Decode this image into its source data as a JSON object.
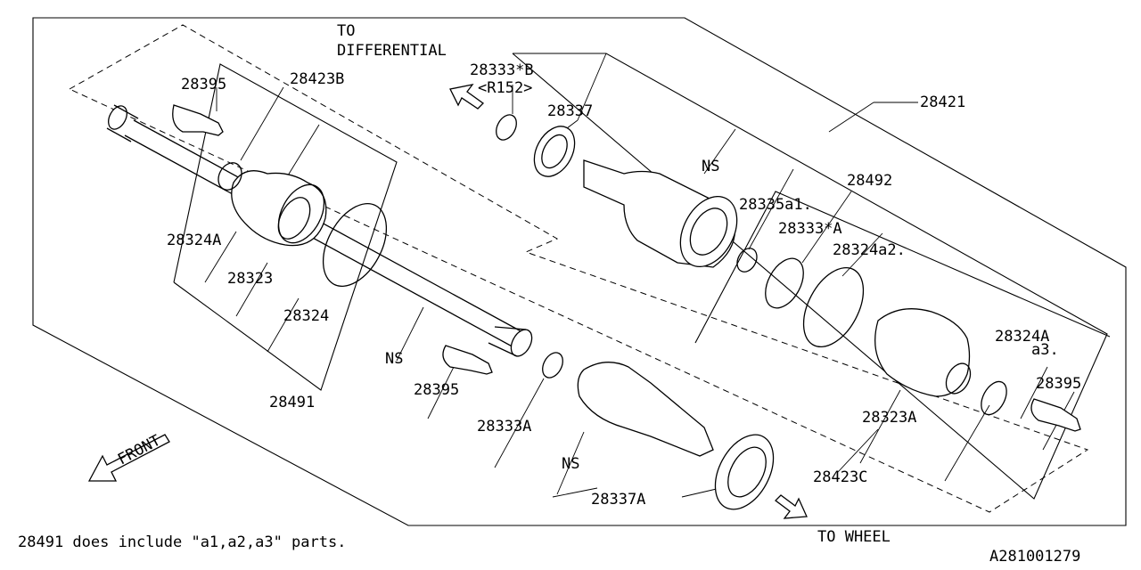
{
  "labels": {
    "to_differential_1": "TO",
    "to_differential_2": "DIFFERENTIAL",
    "p28333b": "28333*B",
    "r152": "<R152>",
    "p28337": "28337",
    "p28421": "28421",
    "p28395_top": "28395",
    "p28423b": "28423B",
    "ns_top": "NS",
    "p28492": "28492",
    "p28335a1": "28335a1.",
    "p28333a_star": "28333*A",
    "p28324a2": "28324a2.",
    "p28324a_left": "28324A",
    "p28323": "28323",
    "p28324": "28324",
    "ns_mid": "NS",
    "p28395_mid": "28395",
    "p28491": "28491",
    "p28333a": "28333A",
    "ns_bottom": "NS",
    "p28337a": "28337A",
    "p28324a_right": "28324A",
    "a3": "a3.",
    "p28395_right": "28395",
    "p28323a": "28323A",
    "p28423c": "28423C",
    "front": "FRONT",
    "to_wheel": "TO WHEEL",
    "footnote": "28491 does include \"a1,a2,a3\" parts.",
    "diagram_id": "A281001279"
  },
  "icons": [
    "front-arrow-icon",
    "differential-arrow-icon",
    "wheel-arrow-icon"
  ]
}
